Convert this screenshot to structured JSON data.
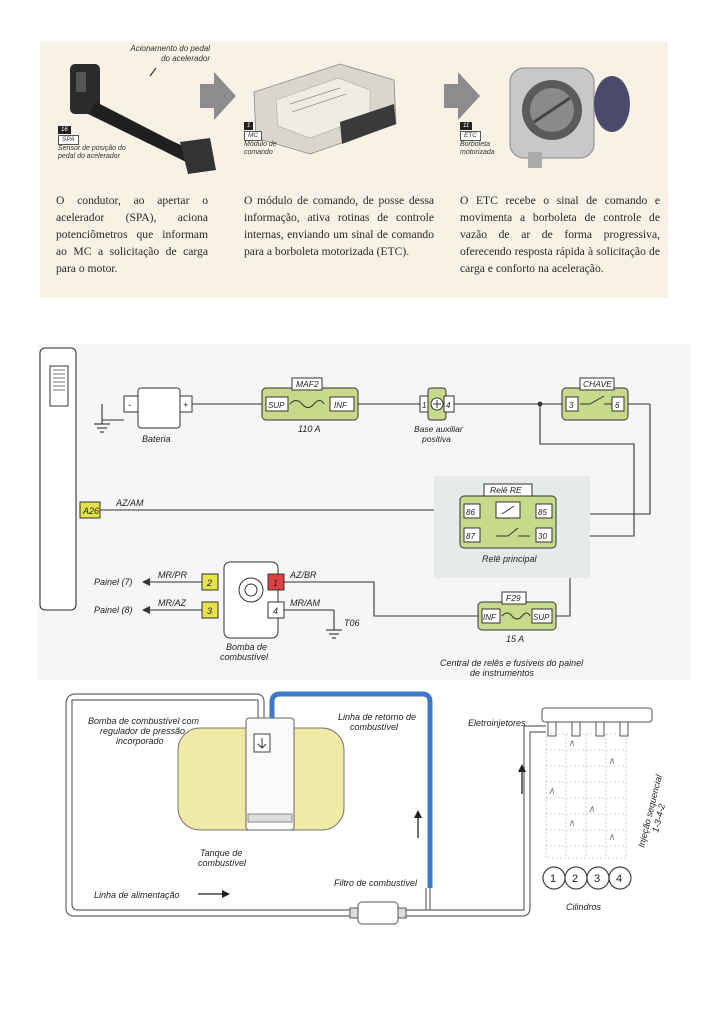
{
  "top": {
    "pedal_note": [
      "Acionamento do pedal",
      "do acelerador"
    ],
    "items": [
      {
        "num": "16",
        "code": "SPA",
        "desc": [
          "Sensor de posição do",
          "pedal do acelerador"
        ],
        "caption": "O condutor, ao apertar o acelerador (SPA), aciona potenciômetros que informam ao MC a solicitação de carga para o motor."
      },
      {
        "num": "1",
        "code": "MC",
        "desc": [
          "Módulo de",
          "comando"
        ],
        "caption": "O módulo de comando, de posse dessa informação, ativa rotinas de controle internas, enviando um sinal de comando para a borboleta motorizada (ETC)."
      },
      {
        "num": "11",
        "code": "ETC",
        "desc": [
          "Borboleta",
          "motorizada"
        ],
        "caption": "O ETC recebe o sinal de comando e movimenta a borboleta de controle de vazão de ar de forma progressiva, oferecendo resposta rápida à solicitação de carga e conforto na aceleração."
      }
    ]
  },
  "wiring": {
    "bateria": "Bateria",
    "bat_neg": "-",
    "bat_pos": "+",
    "maf2": "MAF2",
    "maf2_sup": "SUP",
    "maf2_inf": "INF",
    "maf2_rating": "110 A",
    "base_pin1": "1",
    "base_pin4": "4",
    "base_label": [
      "Base auxiliar",
      "positiva"
    ],
    "chave": "CHAVE",
    "chave_pin3": "3",
    "chave_pin6": "6",
    "a26": "A26",
    "az_am": "AZ/AM",
    "rele_tag": "Relê RE",
    "rele_86": "86",
    "rele_85": "85",
    "rele_87": "87",
    "rele_30": "30",
    "rele_label": "Relê principal",
    "painel7": "Painel (7)",
    "painel8": "Painel (8)",
    "mr_pr": "MR/PR",
    "mr_az": "MR/AZ",
    "az_br": "AZ/BR",
    "mr_am": "MR/AM",
    "pump_pin2": "2",
    "pump_pin3": "3",
    "pump_pin1": "1",
    "pump_pin4": "4",
    "t06": "T06",
    "bomba": [
      "Bomba de",
      "combustível"
    ],
    "f29": "F29",
    "f29_inf": "INF",
    "f29_sup": "SUP",
    "f29_rating": "15 A",
    "central": [
      "Central de relês e fusíveis do painel",
      "de instrumentos"
    ]
  },
  "fuel": {
    "bomba_label": [
      "Bomba de combustível com",
      "regulador de pressão",
      "incorporado"
    ],
    "retorno": [
      "Linha de retorno de",
      "combustível"
    ],
    "eletroinjetores": "Eletroinjetores",
    "injecao": [
      "Injeção sequencial",
      "1-3-4-2"
    ],
    "tanque": [
      "Tanque de",
      "combustível"
    ],
    "filtro": "Filtro de combustível",
    "alimentacao": "Linha de alimentação",
    "cilindros": "Cilindros",
    "cyl": [
      "1",
      "2",
      "3",
      "4"
    ],
    "pulse": "/\\"
  },
  "colors": {
    "arrow_gray": "#8c8c8c",
    "panel_top": "#f7f1e6",
    "relay_green": "#c9d98c",
    "pin_yellow": "#e6e24a",
    "pin_red": "#e04040",
    "tank_yellow": "#f0eaa6",
    "return_blue": "#3f78c8"
  }
}
